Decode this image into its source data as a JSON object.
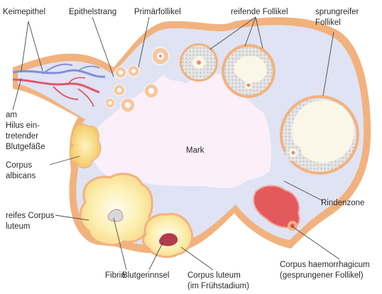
{
  "labels": {
    "keimepithel": "Keimepithel",
    "epithelstrang": "Epithelstrang",
    "primaerfollikel": "Primärfollikel",
    "reifende_follikel": "reifende Follikel",
    "sprungreifer_1": "sprungreifer",
    "sprungreifer_2": "Follikel",
    "hilus_1": "am",
    "hilus_2": "Hilus ein-",
    "hilus_3": "tretender",
    "hilus_4": "Blutgefäße",
    "corpus_albicans_1": "Corpus",
    "corpus_albicans_2": "albicans",
    "mark": "Mark",
    "reifes_cl_1": "reifes Corpus",
    "reifes_cl_2": "luteum",
    "rindenzone": "Rindenzone",
    "fibrin": "Fibrin",
    "blutgerinnsel": "Blutgerinnsel",
    "cl_frueh_1": "Corpus luteum",
    "cl_frueh_2": "(im Frühstadium)",
    "haemorrhagicum_1": "Corpus haemorrhagicum",
    "haemorrhagicum_2": "(gesprungener Follikel)"
  },
  "colors": {
    "epithelium": "#f2b27e",
    "cortex": "#dfe3f3",
    "medulla": "#fbeffa",
    "follicle_granulosa": "#d9d9d9",
    "follicle_antrum": "#fbf7e8",
    "oocyte": "#f7c9c4",
    "corpus_luteum": "#fbe8a0",
    "corpus_albicans": "#f6d77a",
    "blood_clot": "#b43a4d",
    "haemorrhagicum": "#e35a5d",
    "artery": "#e2576a",
    "vein": "#6f7fd0"
  }
}
